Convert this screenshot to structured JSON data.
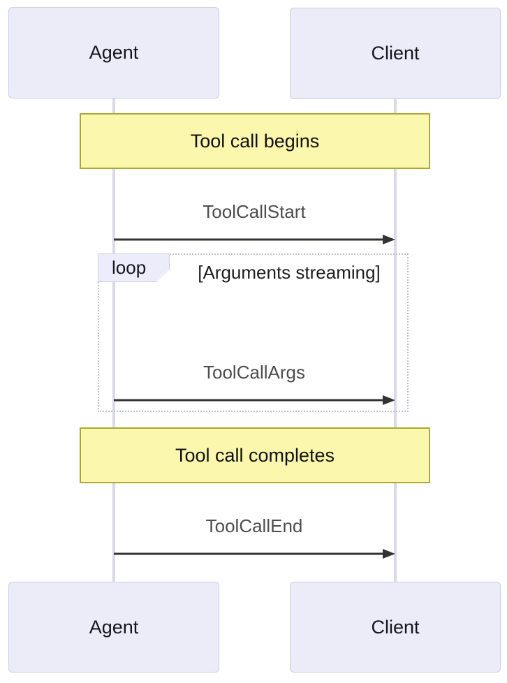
{
  "diagram": {
    "type": "sequence",
    "actors": [
      {
        "label": "Agent"
      },
      {
        "label": "Client"
      }
    ],
    "notes": [
      {
        "label": "Tool call begins",
        "span": "Agent,Client"
      },
      {
        "label": "Tool call completes",
        "span": "Agent,Client"
      }
    ],
    "messages": [
      {
        "label": "ToolCallStart",
        "from": "Agent",
        "to": "Client",
        "style": "solid-arrow"
      },
      {
        "label": "ToolCallArgs",
        "from": "Agent",
        "to": "Client",
        "style": "solid-arrow"
      },
      {
        "label": "ToolCallEnd",
        "from": "Agent",
        "to": "Client",
        "style": "solid-arrow"
      }
    ],
    "loop": {
      "tag": "loop",
      "condition": "[Arguments streaming]",
      "contains": [
        "ToolCallArgs"
      ]
    },
    "colors": {
      "actor_fill": "#ECECF9",
      "actor_border": "#CCCCE3",
      "lifeline": "#D9D9E8",
      "note_fill": "#FBF7AC",
      "note_border": "#AAAA33",
      "loop_border": "#BFBFD6",
      "loop_tag_fill": "#ECECFB",
      "arrow": "#333333",
      "message_text": "#4D4D4D",
      "actor_text": "#15151E",
      "background": "#FFFFFF"
    }
  }
}
